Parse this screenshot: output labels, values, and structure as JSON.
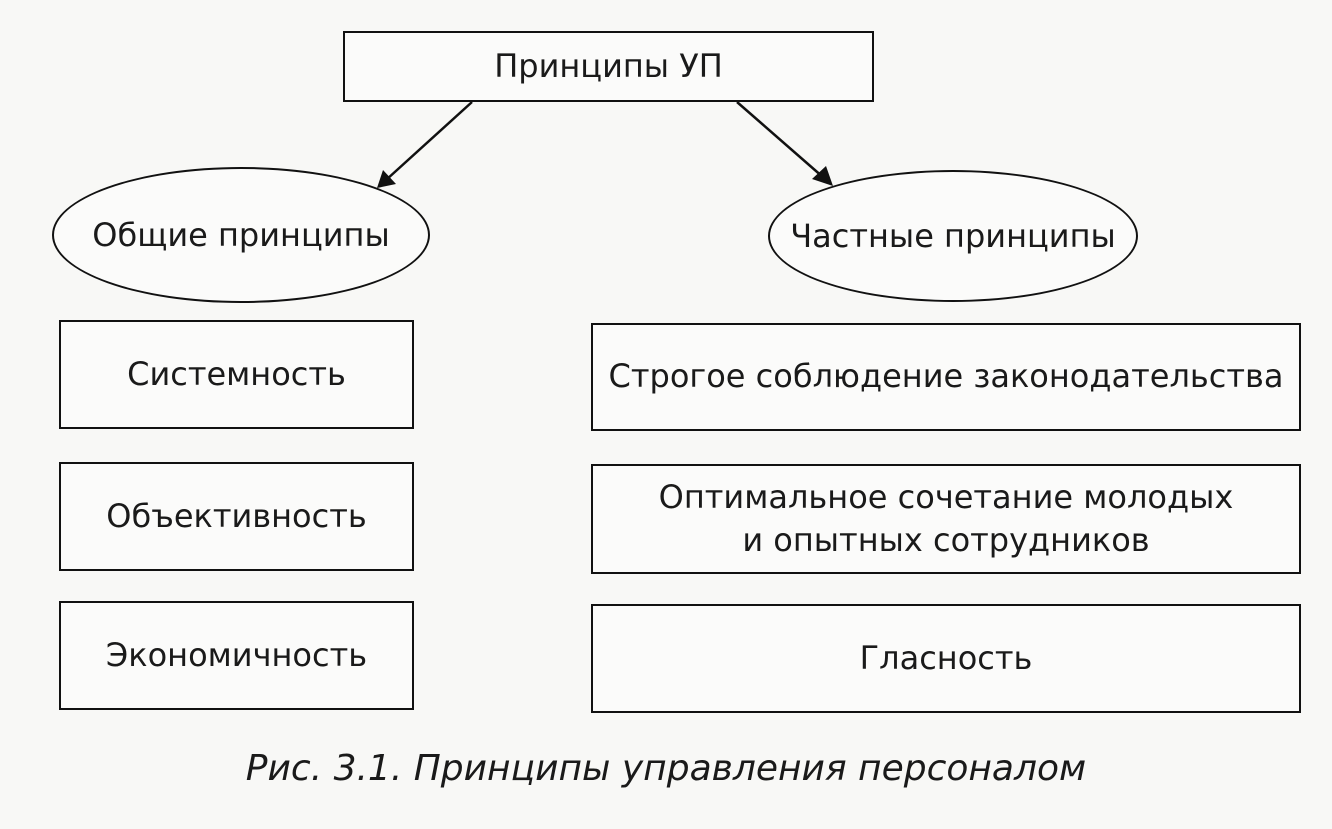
{
  "diagram": {
    "root": "Принципы УП",
    "general": {
      "label": "Общие принципы",
      "items": [
        "Системность",
        "Объективность",
        "Экономичность"
      ]
    },
    "particular": {
      "label": "Частные принципы",
      "items": [
        "Строгое соблюдение законодательства",
        "Оптимальное сочетание молодых",
        "и опытных сотрудников",
        "Гласность"
      ]
    },
    "caption": "Рис. 3.1. Принципы управления персоналом"
  }
}
